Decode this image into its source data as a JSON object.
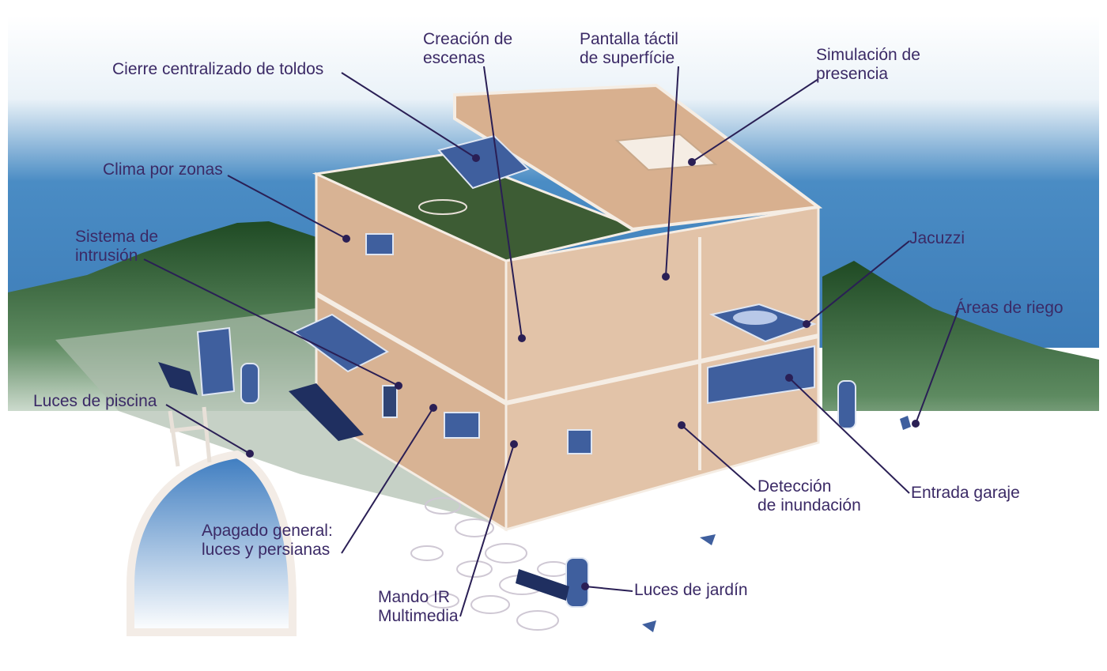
{
  "diagram": {
    "colors": {
      "label_text": "#3b2a66",
      "leader_line": "#2a1f55",
      "sky_top": "#ffffff",
      "sky_bottom": "#4a8cc4",
      "hills": "#1f4a24",
      "house_wall": "#d8b394",
      "roof": "#d8b08f",
      "device_blue": "#3f5f9e",
      "pool_water": "#3d7cc0"
    },
    "labels": {
      "toldos": "Cierre centralizado de toldos",
      "escenas": [
        "Creación de",
        "escenas"
      ],
      "pantalla": [
        "Pantalla táctil",
        "de superfície"
      ],
      "presencia": [
        "Simulación de",
        "presencia"
      ],
      "clima": "Clima por zonas",
      "intrusion": [
        "Sistema de",
        "intrusión"
      ],
      "jacuzzi": "Jacuzzi",
      "riego": "Áreas de riego",
      "piscina": "Luces de piscina",
      "apagado": [
        "Apagado general:",
        "luces y persianas"
      ],
      "mando": [
        "Mando IR",
        "Multimedia"
      ],
      "inundacion": [
        "Detección",
        "de inundación"
      ],
      "garaje": "Entrada garaje",
      "jardin": "Luces de jardín"
    }
  }
}
